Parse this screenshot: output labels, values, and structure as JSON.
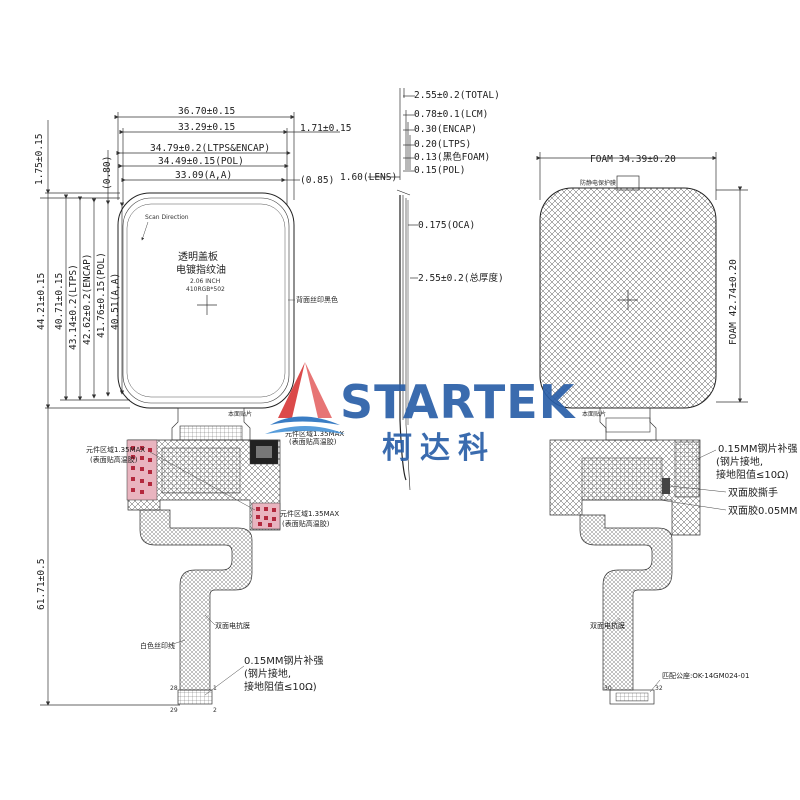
{
  "left_view": {
    "dims_top": [
      "36.70±0.15",
      "33.29±0.15",
      "1.71±0.15",
      "34.79±0.2(LTPS&ENCAP)",
      "34.49±0.15(POL)",
      "33.09(A,A)",
      "(0.85)"
    ],
    "dims_left": [
      "1.75±0.15",
      "(0.80)",
      "44.21±0.15",
      "40.71±0.15",
      "43.14±0.2(LTPS)",
      "42.62±0.2(ENCAP)",
      "41.76±0.15(POL)",
      "40.51(A,A)",
      "61.71±0.5"
    ],
    "panel_text": [
      "透明盖板",
      "电镀指纹油",
      "2.06 INCH",
      "410RGB*502"
    ],
    "scan_direction": "Scan Direction",
    "back_print": "背面丝印黑色",
    "comp_area_left": [
      "元件区域1.35MAX",
      "(表面贴高温胶)"
    ],
    "comp_area_right": [
      "元件区域1.35MAX",
      "(表面贴高温胶)"
    ],
    "double_sided_film": "双面电抗膜",
    "white_silkscreen": "白色丝印线",
    "steel_note": [
      "0.15MM钢片补强",
      "(钢片接地,",
      "接地阻值≤10Ω)"
    ],
    "pin_labels": [
      "28",
      "1",
      "29",
      "2",
      "30",
      "32"
    ],
    "small_label": "本面贴片"
  },
  "side_view": {
    "dims": [
      "2.55±0.2(TOTAL)",
      "0.78±0.1(LCM)",
      "0.30(ENCAP)",
      "0.20(LTPS)",
      "0.13(黑色FOAM)",
      "0.15(POL)",
      "1.60(LENS)",
      "0.175(OCA)",
      "2.55±0.2(总厚度)"
    ]
  },
  "right_view": {
    "foam_width": "FOAM 34.39±0.20",
    "foam_height": "FOAM 42.74±0.20",
    "protect_film": "防静电保护膜",
    "steel_note": [
      "0.15MM钢片补强",
      "(钢片接地,",
      "接地阻值≤10Ω)"
    ],
    "tape_tear": "双面胶撕手",
    "tape": "双面胶0.05MM",
    "fpc_film": "双面电抗膜",
    "connector_note": "匹配公座:OK-14GM024-01"
  },
  "watermark": {
    "brand": "STARTEK",
    "brand_cn": "柯达科"
  }
}
